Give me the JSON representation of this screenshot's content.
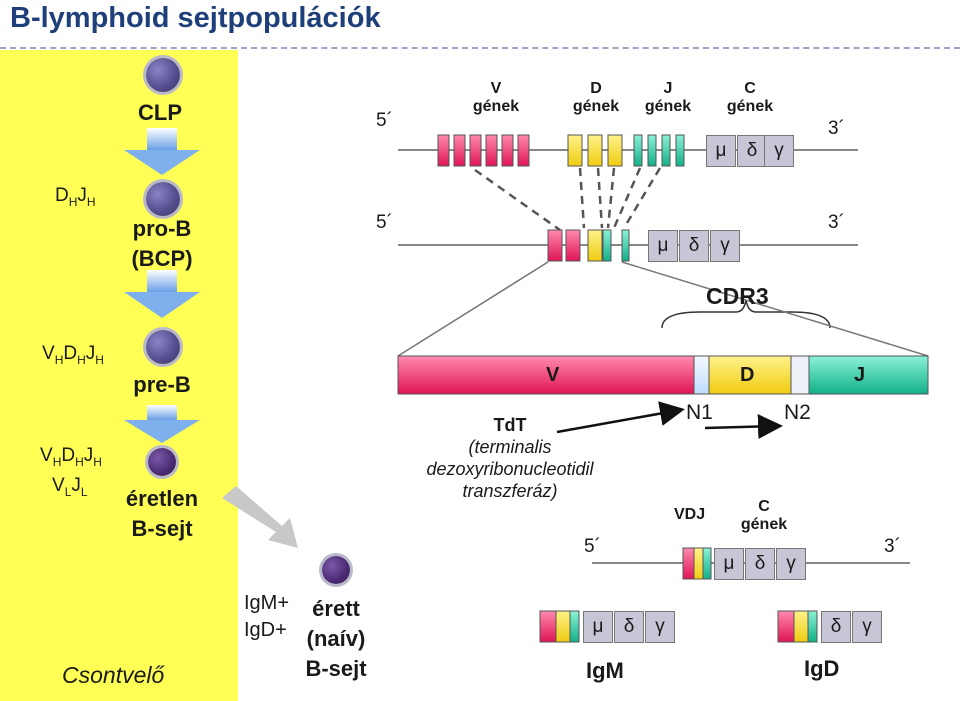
{
  "title": "B-lymphoid sejtpopulációk",
  "author": "Csontvelő",
  "stages": [
    {
      "name": "CLP"
    },
    {
      "name_line1": "pro-B",
      "name_line2": "(BCP)"
    },
    {
      "name": "pre-B"
    },
    {
      "name_line1": "éretlen",
      "name_line2": "B-sejt"
    },
    {
      "name_line1": "érett",
      "name_line2": "(naív)",
      "name_line3": "B-sejt"
    }
  ],
  "rearrangements": {
    "dj": {
      "d": "D",
      "h1": "H",
      "j": "J",
      "h2": "H"
    },
    "vdj": {
      "v": "V",
      "h1": "H",
      "d": "D",
      "h2": "H",
      "j": "J",
      "h3": "H"
    },
    "vdj_vj": {
      "v": "V",
      "h1": "H",
      "d": "D",
      "h2": "H",
      "j": "J",
      "h3": "H",
      "vl": "V",
      "l1": "L",
      "jl": "J",
      "l2": "L"
    }
  },
  "surface": {
    "igm": "IgM+",
    "igd": "IgD+"
  },
  "germline": {
    "v_line1": "V",
    "v_line2": "gének",
    "d_line1": "D",
    "d_line2": "gének",
    "j_line1": "J",
    "j_line2": "gének",
    "c_line1": "C",
    "c_line2": "gének",
    "five_prime": "5´",
    "three_prime": "3´"
  },
  "constant": {
    "mu": "μ",
    "delta": "δ",
    "gamma": "γ"
  },
  "cdr3": "CDR3",
  "vdj_bar": {
    "v": "V",
    "d": "D",
    "j": "J"
  },
  "tdt": {
    "name": "TdT",
    "line1": "(terminalis",
    "line2": "dezoxyribonucleotidil",
    "line3": "transzferáz)"
  },
  "n_regions": {
    "n1": "N1",
    "n2": "N2"
  },
  "mature": {
    "vdj": "VDJ",
    "c_line1": "C",
    "c_line2": "gének"
  },
  "isotypes": {
    "igm": "IgM",
    "igd": "IgD"
  },
  "colors": {
    "pink": "#e81c5a",
    "yellow": "#f3d21e",
    "teal": "#19b890",
    "constant": "#c6c6d6",
    "panel": "#ffff55",
    "title": "#1f3f7a"
  }
}
